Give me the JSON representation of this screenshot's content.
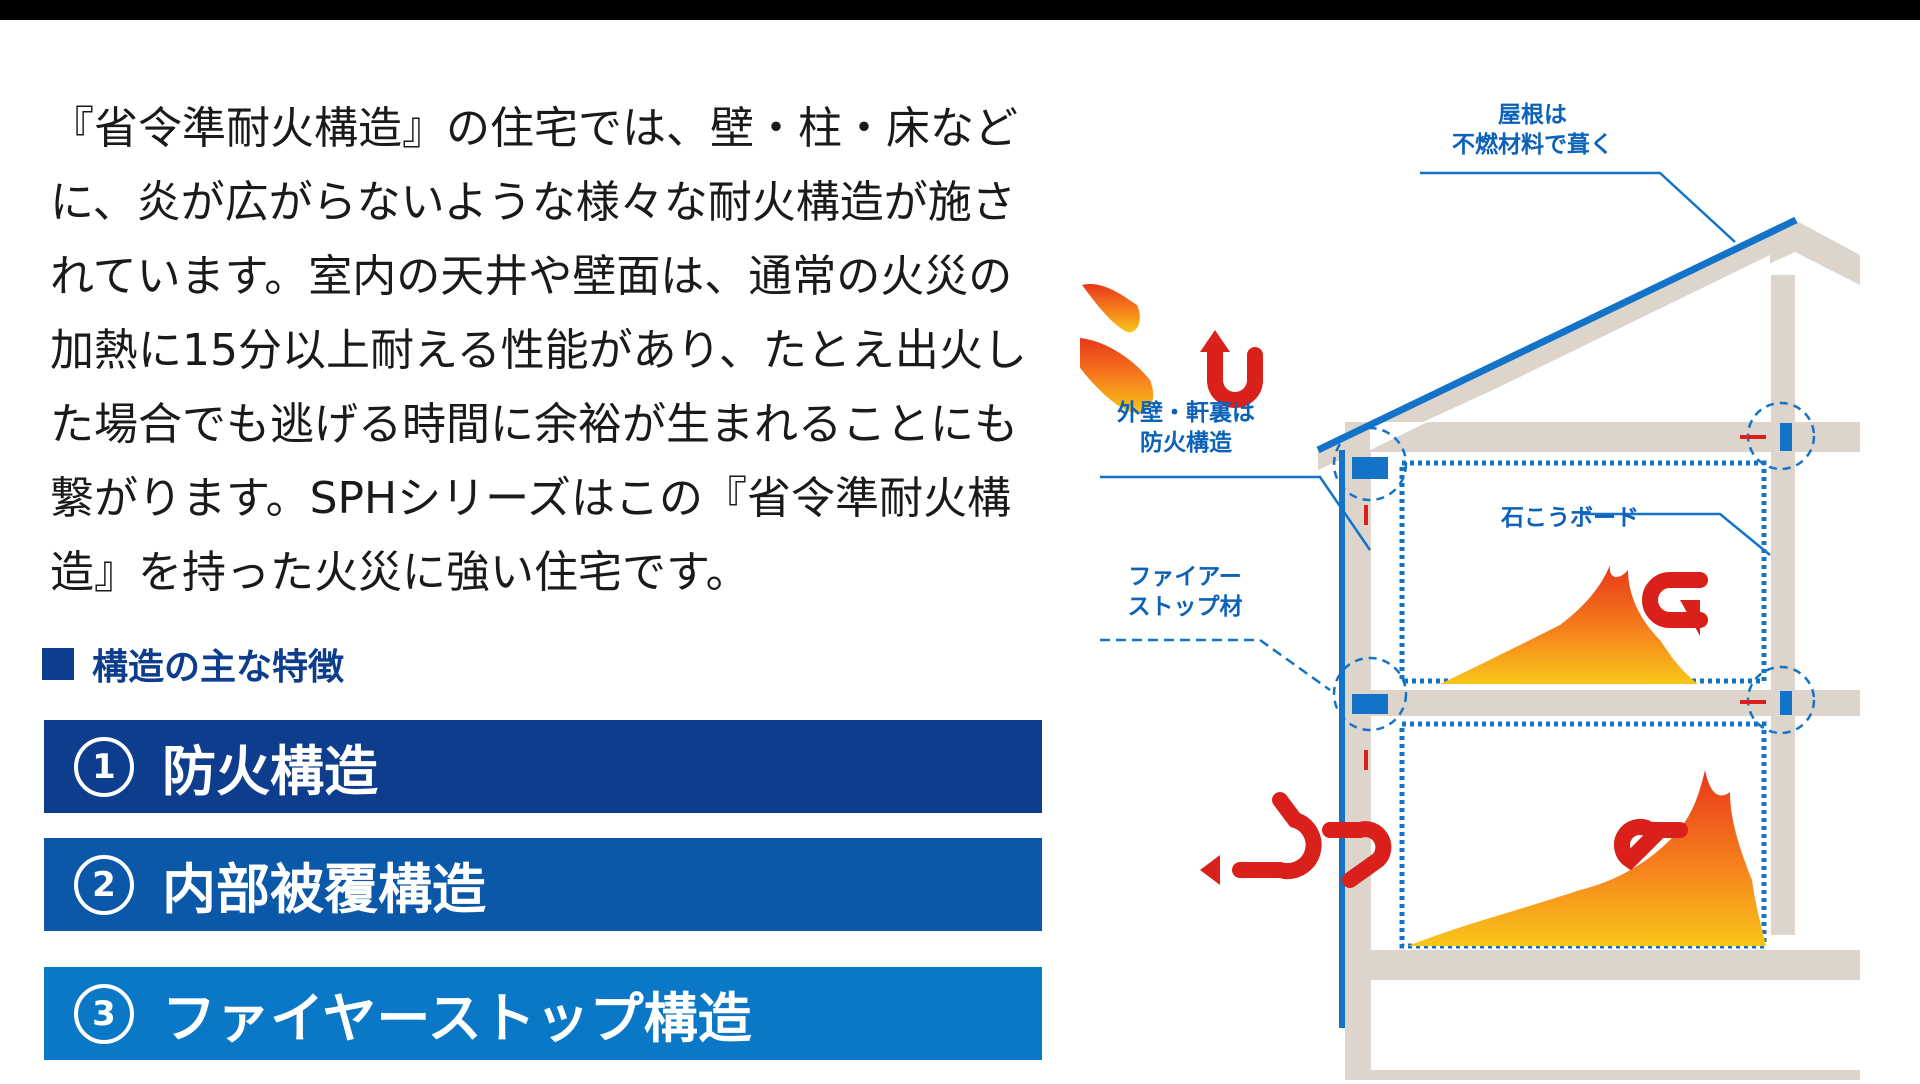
{
  "intro_lines": [
    "『省令準耐火構造』の住宅では、壁・柱・床など",
    "に、炎が広がらないような様々な耐火構造が施さ",
    "れています。室内の天井や壁面は、通常の火災の",
    "加熱に15分以上耐える性能があり、たとえ出火し",
    "た場合でも逃げる時間に余裕が生まれることにも",
    "繋がります。SPHシリーズはこの『省令準耐火構",
    "造』を持った火災に強い住宅です。"
  ],
  "section": {
    "title": "構造の主な特徴"
  },
  "features": [
    {
      "num": "1",
      "label": "防火構造"
    },
    {
      "num": "2",
      "label": "内部被覆構造"
    },
    {
      "num": "3",
      "label": "ファイヤーストップ構造"
    }
  ],
  "diagram": {
    "roof_label_1": "屋根は",
    "roof_label_2": "不燃材料で葺く",
    "wall_label_1": "外壁・軒裏は",
    "wall_label_2": "防火構造",
    "board_label": "石こうボード",
    "firestop_label_1": "ファイアー",
    "firestop_label_2": "ストップ材"
  },
  "colors": {
    "structure": "#ddd5cb",
    "accent_blue": "#1273c8",
    "arrow_red": "#d9201b",
    "flame_orange": "#f05a1e",
    "flame_yellow": "#f9c61a"
  }
}
